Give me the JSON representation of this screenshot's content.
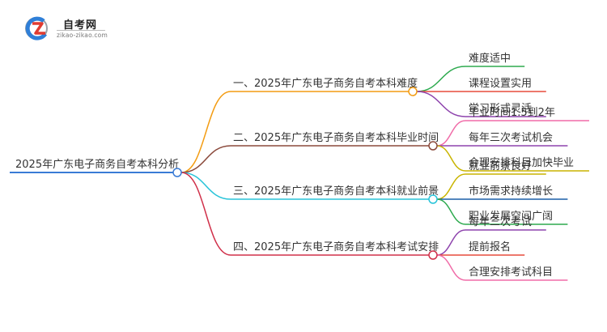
{
  "logo": {
    "title": "自考网",
    "subtitle": "zikao-zikao.com",
    "colors": {
      "blue": "#2f7fd8",
      "red": "#e03c31",
      "gray": "#9aa0a6"
    }
  },
  "mindmap": {
    "root": {
      "label": "2025年广东电子商务自考本科分析",
      "color": "#3a7bd5"
    },
    "branches": [
      {
        "label": "一、2025年广东电子商务自考本科难度",
        "color": "#f39c12",
        "children": [
          {
            "label": "难度适中",
            "color": "#2eaa4f"
          },
          {
            "label": "课程设置实用",
            "color": "#e74c3c"
          },
          {
            "label": "学习形式灵活",
            "color": "#8e44ad"
          }
        ]
      },
      {
        "label": "二、2025年广东电子商务自考本科毕业时间",
        "color": "#8b4a3c",
        "children": [
          {
            "label": "毕业时间1.5到2年",
            "color": "#f06ca8"
          },
          {
            "label": "每年三次考试机会",
            "color": "#8e44ad"
          },
          {
            "label": "合理安排科目加快毕业",
            "color": "#c9b400"
          }
        ]
      },
      {
        "label": "三、2025年广东电子商务自考本科就业前景",
        "color": "#29c4d9",
        "children": [
          {
            "label": "就业前景良好",
            "color": "#c9b400"
          },
          {
            "label": "市场需求持续增长",
            "color": "#1a5fa8"
          },
          {
            "label": "职业发展空间广阔",
            "color": "#2eaa4f"
          }
        ]
      },
      {
        "label": "四、2025年广东电子商务自考本科考试安排",
        "color": "#d0304a",
        "children": [
          {
            "label": "每年三次考试",
            "color": "#8e44ad"
          },
          {
            "label": "提前报名",
            "color": "#e74c3c"
          },
          {
            "label": "合理安排考试科目",
            "color": "#f06ca8"
          }
        ]
      }
    ]
  }
}
